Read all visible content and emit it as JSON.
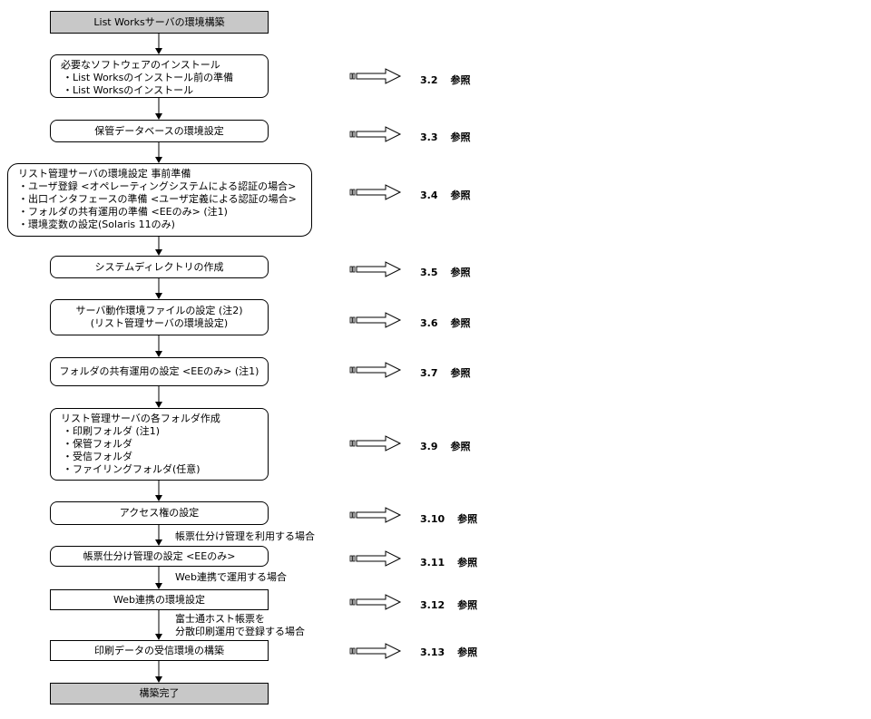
{
  "steps": [
    {
      "lines": [
        "List Worksサーバの環境構築"
      ]
    },
    {
      "lines": [
        "必要なソフトウェアのインストール",
        "・List Worksのインストール前の準備",
        "・List Worksのインストール"
      ]
    },
    {
      "lines": [
        "保管データベースの環境設定"
      ]
    },
    {
      "lines": [
        "リスト管理サーバの環境設定  事前準備",
        "・ユーザ登録 <オペレーティングシステムによる認証の場合>",
        "・出口インタフェースの準備 <ユーザ定義による認証の場合>",
        "・フォルダの共有運用の準備 <EEのみ> (注1)",
        "・環境変数の設定(Solaris 11のみ)"
      ]
    },
    {
      "lines": [
        "システムディレクトリの作成"
      ]
    },
    {
      "lines": [
        "サーバ動作環境ファイルの設定 (注2)",
        "(リスト管理サーバの環境設定)"
      ]
    },
    {
      "lines": [
        "フォルダの共有運用の設定 <EEのみ> (注1)"
      ]
    },
    {
      "lines": [
        "リスト管理サーバの各フォルダ作成",
        "・印刷フォルダ (注1)",
        "・保管フォルダ",
        "・受信フォルダ",
        "・ファイリングフォルダ(任意)"
      ]
    },
    {
      "lines": [
        "アクセス権の設定"
      ]
    },
    {
      "lines": [
        "帳票仕分け管理の設定 <EEのみ>"
      ]
    },
    {
      "lines": [
        "Web連携の環境設定"
      ]
    },
    {
      "lines": [
        "印刷データの受信環境の構築"
      ]
    },
    {
      "lines": [
        "構築完了"
      ]
    }
  ],
  "references": [
    {
      "section": "3.2",
      "label": "参照"
    },
    {
      "section": "3.3",
      "label": "参照"
    },
    {
      "section": "3.4",
      "label": "参照"
    },
    {
      "section": "3.5",
      "label": "参照"
    },
    {
      "section": "3.6",
      "label": "参照"
    },
    {
      "section": "3.7",
      "label": "参照"
    },
    {
      "section": "3.9",
      "label": "参照"
    },
    {
      "section": "3.10",
      "label": "参照"
    },
    {
      "section": "3.11",
      "label": "参照"
    },
    {
      "section": "3.12",
      "label": "参照"
    },
    {
      "section": "3.13",
      "label": "参照"
    }
  ],
  "conditions": [
    {
      "lines": [
        "帳票仕分け管理を利用する場合"
      ]
    },
    {
      "lines": [
        "Web連携で運用する場合"
      ]
    },
    {
      "lines": [
        "富士通ホスト帳票を",
        "分散印刷運用で登録する場合"
      ]
    }
  ],
  "colors": {
    "terminal_fill": "#c8c8c8",
    "line": "#000000"
  }
}
